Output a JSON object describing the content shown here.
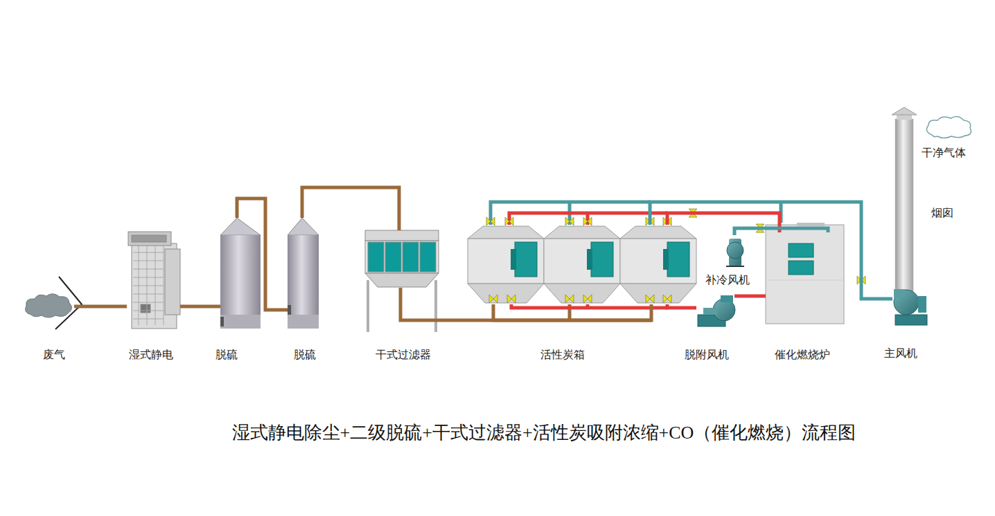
{
  "diagram": {
    "title": "湿式静电除尘+二级脱硫+干式过滤器+活性炭吸附浓缩+CO（催化燃烧）流程图",
    "nodes": [
      {
        "text": [
          "废气"
        ]
      },
      {
        "text": [
          "湿式静电"
        ]
      },
      {
        "text": [
          "脱硫"
        ]
      },
      {
        "text": [
          "脱硫"
        ]
      },
      {
        "text": [
          "干式过滤器"
        ]
      },
      {
        "text": [
          "活性炭箱"
        ]
      },
      {
        "text": [
          "补冷风机"
        ]
      },
      {
        "text": [
          "脱附风机"
        ]
      },
      {
        "text": [
          "催化燃烧炉"
        ]
      },
      {
        "text": [
          "主风机"
        ]
      },
      {
        "text": [
          "烟囱"
        ]
      },
      {
        "text": [
          "干净气体"
        ]
      }
    ],
    "edges": [
      {
        "from": 0,
        "to": 1,
        "arrow": "none"
      },
      {
        "from": 1,
        "to": 2,
        "arrow": "none"
      },
      {
        "from": 2,
        "to": 3,
        "arrow": "none"
      },
      {
        "from": 3,
        "to": 4,
        "arrow": "none"
      },
      {
        "from": 4,
        "to": 5,
        "arrow": "none"
      },
      {
        "from": 5,
        "to": 8,
        "arrow": "none"
      },
      {
        "from": 8,
        "to": 7,
        "arrow": "none"
      },
      {
        "from": 7,
        "to": 5,
        "arrow": "none"
      },
      {
        "from": 6,
        "to": 8,
        "arrow": "none"
      },
      {
        "from": 5,
        "to": 9,
        "arrow": "none"
      }
    ]
  }
}
